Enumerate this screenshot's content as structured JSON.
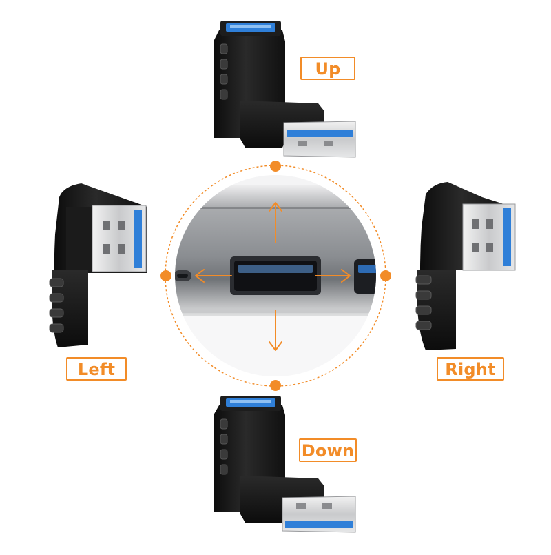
{
  "labels": {
    "up": "Up",
    "left": "Left",
    "right": "Right",
    "down": "Down"
  },
  "colors": {
    "accent": "#f28c28",
    "plastic": "#1a1a1a",
    "usb_blue": "#2f7fd8",
    "metal": "#d9dadc",
    "laptop": "#8c8f94"
  }
}
